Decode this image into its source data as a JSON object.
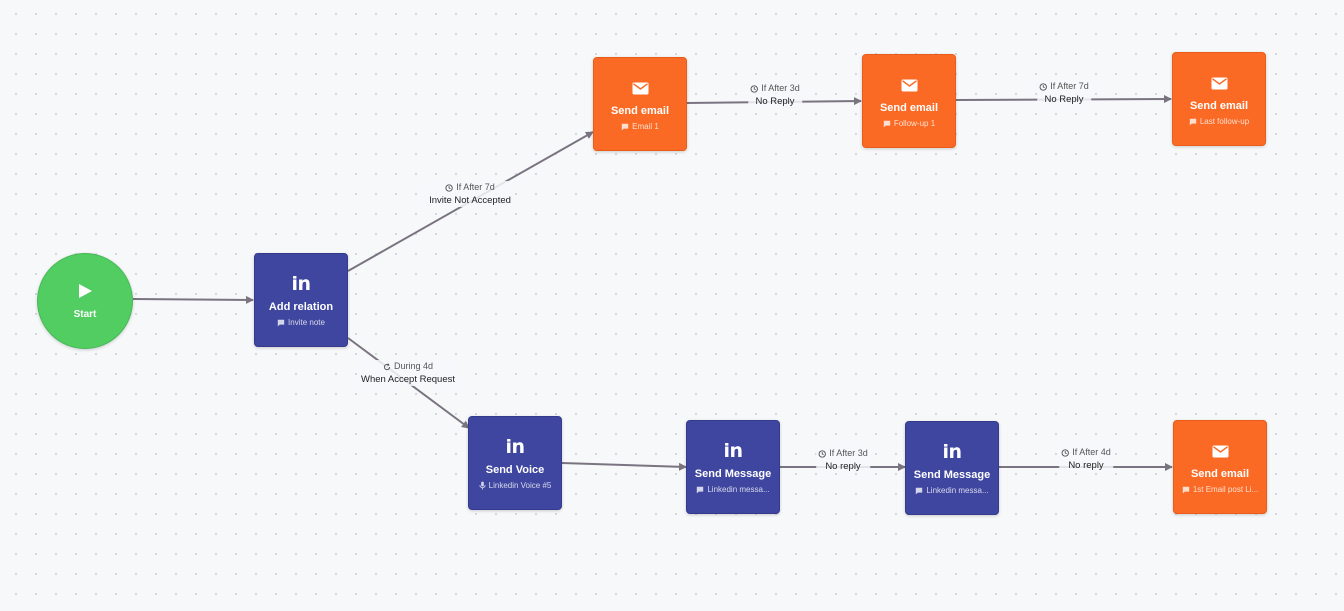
{
  "colors": {
    "linkedin": "#3f46a0",
    "email": "#fb6a24",
    "start": "#52cd61",
    "edge": "#7a7480"
  },
  "start": {
    "label": "Start",
    "icon": "play-icon"
  },
  "nodes": {
    "add_relation": {
      "title": "Add relation",
      "subtitle": "Invite note",
      "icon": "linkedin-icon",
      "sub_icon": "message-icon"
    },
    "send_email_1": {
      "title": "Send email",
      "subtitle": "Email 1",
      "icon": "mail-icon",
      "sub_icon": "message-icon"
    },
    "send_email_2": {
      "title": "Send email",
      "subtitle": "Follow-up 1",
      "icon": "mail-icon",
      "sub_icon": "message-icon"
    },
    "send_email_3": {
      "title": "Send email",
      "subtitle": "Last follow-up",
      "icon": "mail-icon",
      "sub_icon": "message-icon"
    },
    "send_voice": {
      "title": "Send Voice",
      "subtitle": "Linkedin Voice #5",
      "icon": "linkedin-icon",
      "sub_icon": "microphone-icon"
    },
    "send_message_1": {
      "title": "Send Message",
      "subtitle": "Linkedin messa...",
      "icon": "linkedin-icon",
      "sub_icon": "message-icon"
    },
    "send_message_2": {
      "title": "Send Message",
      "subtitle": "Linkedin messa...",
      "icon": "linkedin-icon",
      "sub_icon": "message-icon"
    },
    "send_email_4": {
      "title": "Send email",
      "subtitle": "1st Email post Li...",
      "icon": "mail-icon",
      "sub_icon": "message-icon"
    }
  },
  "edge_labels": {
    "invite_not_accepted": {
      "condition": "If After 7d",
      "event": "Invite Not Accepted",
      "icon": "clock-icon"
    },
    "when_accept": {
      "condition": "During 4d",
      "event": "When Accept Request",
      "icon": "refresh-icon"
    },
    "email1_to_email2": {
      "condition": "If After 3d",
      "event": "No Reply",
      "icon": "clock-icon"
    },
    "email2_to_email3": {
      "condition": "If After 7d",
      "event": "No Reply",
      "icon": "clock-icon"
    },
    "msg1_to_msg2": {
      "condition": "If After 3d",
      "event": "No reply",
      "icon": "clock-icon"
    },
    "msg2_to_email4": {
      "condition": "If After 4d",
      "event": "No reply",
      "icon": "clock-icon"
    }
  },
  "linkedin_logo_text": "in"
}
